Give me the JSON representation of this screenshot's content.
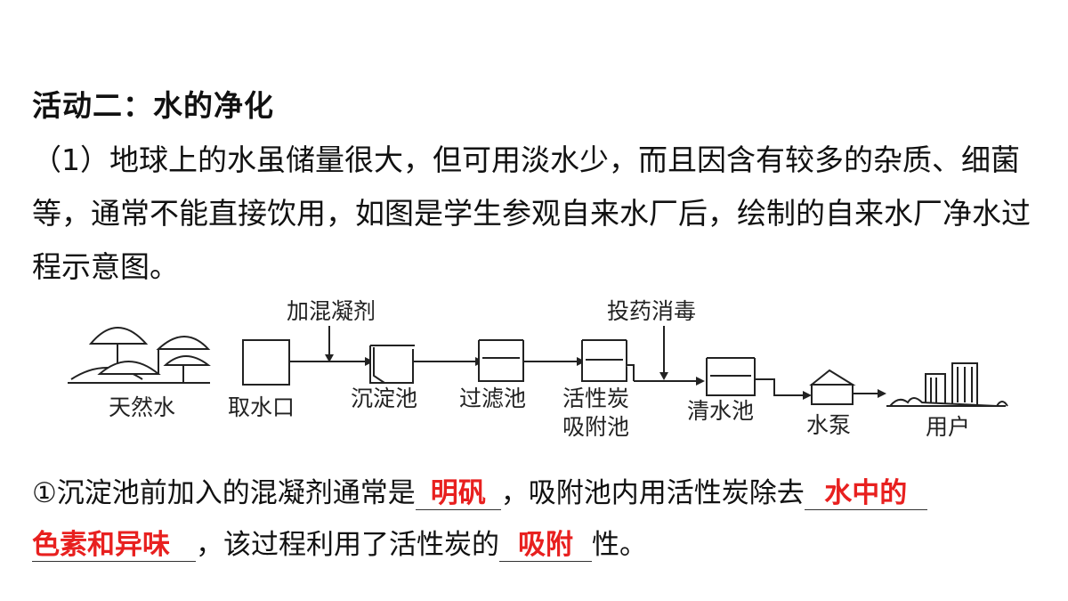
{
  "title": "活动二：水的净化",
  "paragraph": "（1）地球上的水虽储量很大，但可用淡水少，而且因含有较多的杂质、细菌等，通常不能直接饮用，如图是学生参观自来水厂后，绘制的自来水厂净水过程示意图。",
  "diagram": {
    "add_coagulant": "加混凝剂",
    "add_disinfectant": "投药消毒",
    "stations": [
      "天然水",
      "取水口",
      "沉淀池",
      "过滤池",
      "活性炭",
      "吸附池",
      "清水池",
      "水泵",
      "用户"
    ]
  },
  "question": {
    "part1": "①沉淀池前加入的混凝剂通常是",
    "answer1": "明矾",
    "part2": "，吸附池内用活性炭除去",
    "answer2a": "水中的",
    "answer2b": "色素和异味",
    "part3": "，该过程利用了活性炭的",
    "answer3": "吸附",
    "part4": "性。"
  }
}
